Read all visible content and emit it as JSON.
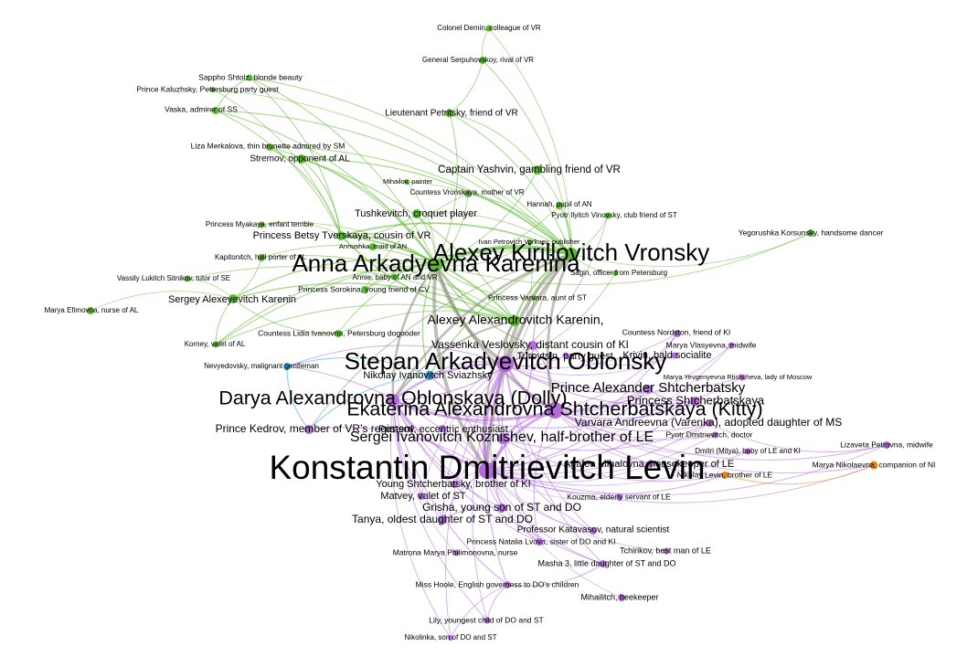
{
  "colors": {
    "green": "#5cb82e",
    "purple": "#b36bd9",
    "blue": "#2c9fd6",
    "orange": "#e8861a",
    "gray": "#8a8a7a"
  },
  "nodes": [
    {
      "id": "demin",
      "label": "Colonel Demin, colleague of VR",
      "group": "green"
    },
    {
      "id": "serpuhovskoy",
      "label": "General Serpuhovskoy, rival of VR",
      "group": "green"
    },
    {
      "id": "shtolz",
      "label": "Sappho Shtolz, blonde beauty",
      "group": "green"
    },
    {
      "id": "kaluzhsky",
      "label": "Prince Kaluzhsky, Petersburg party guest",
      "group": "green"
    },
    {
      "id": "vaska",
      "label": "Vaska, admirer of SS",
      "group": "green"
    },
    {
      "id": "petritsky",
      "label": "Lieutenant Petritsky, friend of VR",
      "group": "green"
    },
    {
      "id": "merkalova",
      "label": "Liza Merkalova, thin brunette admired by SM",
      "group": "green"
    },
    {
      "id": "stremov",
      "label": "Stremov, opponent of AL",
      "group": "green"
    },
    {
      "id": "yashvin",
      "label": "Captain Yashvin, gambling friend of VR",
      "group": "green"
    },
    {
      "id": "mihailov",
      "label": "Mihailov, painter",
      "group": "green"
    },
    {
      "id": "countessvr",
      "label": "Countess Vronskaya, mother of VR",
      "group": "green"
    },
    {
      "id": "hannah",
      "label": "Hannah, pupil of AN",
      "group": "green"
    },
    {
      "id": "vinovsky",
      "label": "Pyotr Ilyitch Vinovsky, club friend of ST",
      "group": "green"
    },
    {
      "id": "tushkevitch",
      "label": "Tushkevitch, croquet player",
      "group": "green"
    },
    {
      "id": "myakaya",
      "label": "Princess Myakaya, enfant terrible",
      "group": "green"
    },
    {
      "id": "korsunsky",
      "label": "Yegorushka Korsunsky, handsome dancer",
      "group": "green"
    },
    {
      "id": "betsy",
      "label": "Princess Betsy Tverskaya, cousin of VR",
      "group": "green"
    },
    {
      "id": "vorkuev",
      "label": "Ivan Petrovich Vorkuev, publisher",
      "group": "green"
    },
    {
      "id": "annushka",
      "label": "Annushka, maid of AN",
      "group": "green"
    },
    {
      "id": "vronsky",
      "label": "Alexey Kirillovitch Vronsky",
      "group": "green"
    },
    {
      "id": "kapitonitch",
      "label": "Kapitonitch, hall porter of AL",
      "group": "green"
    },
    {
      "id": "anna",
      "label": "Anna Arkadyevna Karenina",
      "group": "green"
    },
    {
      "id": "sitnikov",
      "label": "Vassily Lukitch Sitnikov, tutor of SE",
      "group": "green"
    },
    {
      "id": "annie",
      "label": "Annie, baby of AN and VR",
      "group": "green"
    },
    {
      "id": "sagin",
      "label": "Sagin, officer from Petersburg",
      "group": "green"
    },
    {
      "id": "seryozha",
      "label": "Sergey Alexeyevitch Karenin",
      "group": "green"
    },
    {
      "id": "sorokina",
      "label": "Princess Sorokina, young friend of CV",
      "group": "green"
    },
    {
      "id": "marya",
      "label": "Marya Efimovna, nurse of AL",
      "group": "green"
    },
    {
      "id": "varvara",
      "label": "Princess Varvara, aunt of ST",
      "group": "green"
    },
    {
      "id": "karenin",
      "label": "Alexey Alexandrovitch Karenin,",
      "group": "green"
    },
    {
      "id": "lidia",
      "label": "Countess Lidia Ivanovna, Petersburg dogooder",
      "group": "green"
    },
    {
      "id": "nordston",
      "label": "Countess Nordston, friend of KI",
      "group": "purple"
    },
    {
      "id": "korney",
      "label": "Korney, valet of AL",
      "group": "green"
    },
    {
      "id": "veslovsky",
      "label": "Vassenka Veslovsky, distant cousin of KI",
      "group": "purple"
    },
    {
      "id": "vlasyevna",
      "label": "Marya Vlasyevna, midwife",
      "group": "purple"
    },
    {
      "id": "turovtsin",
      "label": "Turovtsin, party guest",
      "group": "purple"
    },
    {
      "id": "krivin",
      "label": "Krivin, bald socialite",
      "group": "purple"
    },
    {
      "id": "nevyedovsky",
      "label": "Nevyedovsky, malignant gentleman",
      "group": "blue"
    },
    {
      "id": "oblonsky",
      "label": "Stepan Arkadyevitch Oblonsky",
      "group": "purple"
    },
    {
      "id": "sviazhsky",
      "label": "Nikolay Ivanovitch Sviazhsky",
      "group": "blue"
    },
    {
      "id": "rtishcheva",
      "label": "Marya Yevgenyevna Rtishcheva, lady of Moscow",
      "group": "purple"
    },
    {
      "id": "princealex",
      "label": "Prince Alexander Shtcherbatsky",
      "group": "purple"
    },
    {
      "id": "princesssh",
      "label": "Princess Shtcherbatskaya",
      "group": "purple"
    },
    {
      "id": "dolly",
      "label": "Darya Alexandrovna Oblonskaya (Dolly)",
      "group": "purple"
    },
    {
      "id": "kitty",
      "label": "Ekaterina Alexandrovna Shtcherbatskaya (Kitty)",
      "group": "purple"
    },
    {
      "id": "kedrov",
      "label": "Prince Kedrov, member of VR's regiment",
      "group": "purple"
    },
    {
      "id": "pestsov",
      "label": "Pestsov, eccentric enthusiast",
      "group": "purple"
    },
    {
      "id": "varenka",
      "label": "Varvara Andreevna (Varenka), adopted daughter of MS",
      "group": "purple"
    },
    {
      "id": "koznishev",
      "label": "Sergei Ivanovitch Koznishev, half-brother of LE",
      "group": "purple"
    },
    {
      "id": "lizaveta",
      "label": "Lizaveta Petrovna, midwife",
      "group": "purple"
    },
    {
      "id": "pyotrdm",
      "label": "Pyotr Dmitrievitch, doctor",
      "group": "purple"
    },
    {
      "id": "mitya",
      "label": "Dmitri (Mitya), baby of LE and KI",
      "group": "purple"
    },
    {
      "id": "levin",
      "label": "Konstantin Dmitrievitch Levin",
      "group": "purple"
    },
    {
      "id": "agafea",
      "label": "Agafea Mihalovna, housekeeper of LE",
      "group": "purple"
    },
    {
      "id": "nikolay",
      "label": "Nikolay Levin, brother of LE",
      "group": "orange"
    },
    {
      "id": "maryanik",
      "label": "Marya Nikolaevna, companion of NI",
      "group": "orange"
    },
    {
      "id": "youngsh",
      "label": "Young Shtcherbatsky, brother of KI",
      "group": "purple"
    },
    {
      "id": "matvey",
      "label": "Matvey, valet of ST",
      "group": "purple"
    },
    {
      "id": "kouzma",
      "label": "Kouzma, elderly servant of LE",
      "group": "purple"
    },
    {
      "id": "grisha",
      "label": "Grisha, young son of ST and DO",
      "group": "purple"
    },
    {
      "id": "tanya",
      "label": "Tanya, oldest daughter of ST and DO",
      "group": "purple"
    },
    {
      "id": "katavasov",
      "label": "Professor Katavasov, natural scientist",
      "group": "purple"
    },
    {
      "id": "natalia",
      "label": "Princess Natalia Lvova, sister of DO and KI",
      "group": "purple"
    },
    {
      "id": "tchirikov",
      "label": "Tchirikov, best man of LE",
      "group": "purple"
    },
    {
      "id": "matrona",
      "label": "Matrona Marya Philimonovna, nurse",
      "group": "purple"
    },
    {
      "id": "masha",
      "label": "Masha 3, little daughter of ST and DO",
      "group": "purple"
    },
    {
      "id": "hoole",
      "label": "Miss Hoole, English governess to DO's children",
      "group": "purple"
    },
    {
      "id": "mihailitch",
      "label": "Mihailitch, beekeeper",
      "group": "purple"
    },
    {
      "id": "lily",
      "label": "Lily, youngest child of DO and ST",
      "group": "purple"
    },
    {
      "id": "nikolinka",
      "label": "Nikolinka, son of DO and ST",
      "group": "purple"
    }
  ],
  "edges": [
    [
      "vronsky",
      "anna"
    ],
    [
      "vronsky",
      "demin"
    ],
    [
      "vronsky",
      "serpuhovskoy"
    ],
    [
      "vronsky",
      "petritsky"
    ],
    [
      "vronsky",
      "yashvin"
    ],
    [
      "vronsky",
      "countessvr"
    ],
    [
      "vronsky",
      "korsunsky"
    ],
    [
      "vronsky",
      "betsy"
    ],
    [
      "vronsky",
      "sagin"
    ],
    [
      "vronsky",
      "karenin"
    ],
    [
      "vronsky",
      "oblonsky"
    ],
    [
      "vronsky",
      "kitty"
    ],
    [
      "vronsky",
      "levin"
    ],
    [
      "vronsky",
      "stremov"
    ],
    [
      "vronsky",
      "kaluzhsky"
    ],
    [
      "vronsky",
      "merkalova"
    ],
    [
      "vronsky",
      "vaska"
    ],
    [
      "vronsky",
      "shtolz"
    ],
    [
      "vronsky",
      "mihailov"
    ],
    [
      "vronsky",
      "hannah"
    ],
    [
      "vronsky",
      "vinovsky"
    ],
    [
      "vronsky",
      "tushkevitch"
    ],
    [
      "vronsky",
      "annie"
    ],
    [
      "vronsky",
      "sorokina"
    ],
    [
      "vronsky",
      "varvara"
    ],
    [
      "vronsky",
      "kedrov"
    ],
    [
      "vronsky",
      "dolly"
    ],
    [
      "vronsky",
      "veslovsky"
    ],
    [
      "vronsky",
      "korney"
    ],
    [
      "vronsky",
      "sviazhsky"
    ],
    [
      "anna",
      "karenin"
    ],
    [
      "anna",
      "betsy"
    ],
    [
      "anna",
      "seryozha"
    ],
    [
      "anna",
      "annushka"
    ],
    [
      "anna",
      "annie"
    ],
    [
      "anna",
      "oblonsky"
    ],
    [
      "anna",
      "dolly"
    ],
    [
      "anna",
      "kitty"
    ],
    [
      "anna",
      "levin"
    ],
    [
      "anna",
      "myakaya"
    ],
    [
      "anna",
      "kapitonitch"
    ],
    [
      "anna",
      "lidia"
    ],
    [
      "anna",
      "yashvin"
    ],
    [
      "anna",
      "stremov"
    ],
    [
      "anna",
      "merkalova"
    ],
    [
      "anna",
      "tushkevitch"
    ],
    [
      "anna",
      "countessvr"
    ],
    [
      "anna",
      "hannah"
    ],
    [
      "anna",
      "vorkuev"
    ],
    [
      "anna",
      "varvara"
    ],
    [
      "anna",
      "sorokina"
    ],
    [
      "anna",
      "veslovsky"
    ],
    [
      "anna",
      "shtolz"
    ],
    [
      "anna",
      "vaska"
    ],
    [
      "anna",
      "korney"
    ],
    [
      "anna",
      "sviazhsky"
    ],
    [
      "anna",
      "mihailov"
    ],
    [
      "anna",
      "petritsky"
    ],
    [
      "anna",
      "korsunsky"
    ],
    [
      "karenin",
      "seryozha"
    ],
    [
      "karenin",
      "lidia"
    ],
    [
      "karenin",
      "kapitonitch"
    ],
    [
      "karenin",
      "korney"
    ],
    [
      "karenin",
      "sitnikov"
    ],
    [
      "karenin",
      "betsy"
    ],
    [
      "karenin",
      "oblonsky"
    ],
    [
      "karenin",
      "dolly"
    ],
    [
      "karenin",
      "stremov"
    ],
    [
      "karenin",
      "levin"
    ],
    [
      "seryozha",
      "sitnikov"
    ],
    [
      "seryozha",
      "marya"
    ],
    [
      "seryozha",
      "kapitonitch"
    ],
    [
      "seryozha",
      "lidia"
    ],
    [
      "seryozha",
      "korney"
    ],
    [
      "betsy",
      "myakaya"
    ],
    [
      "betsy",
      "merkalova"
    ],
    [
      "betsy",
      "stremov"
    ],
    [
      "betsy",
      "tushkevitch"
    ],
    [
      "betsy",
      "kaluzhsky"
    ],
    [
      "betsy",
      "shtolz"
    ],
    [
      "betsy",
      "vaska"
    ],
    [
      "betsy",
      "karenin"
    ],
    [
      "merkalova",
      "stremov"
    ],
    [
      "shtolz",
      "vaska"
    ],
    [
      "oblonsky",
      "dolly"
    ],
    [
      "oblonsky",
      "levin"
    ],
    [
      "oblonsky",
      "kitty"
    ],
    [
      "oblonsky",
      "grisha"
    ],
    [
      "oblonsky",
      "tanya"
    ],
    [
      "oblonsky",
      "matvey"
    ],
    [
      "oblonsky",
      "koznishev"
    ],
    [
      "oblonsky",
      "princealex"
    ],
    [
      "oblonsky",
      "princesssh"
    ],
    [
      "oblonsky",
      "veslovsky"
    ],
    [
      "oblonsky",
      "turovtsin"
    ],
    [
      "oblonsky",
      "krivin"
    ],
    [
      "oblonsky",
      "pestsov"
    ],
    [
      "oblonsky",
      "vinovsky"
    ],
    [
      "oblonsky",
      "varvara"
    ],
    [
      "oblonsky",
      "vorkuev"
    ],
    [
      "oblonsky",
      "sviazhsky"
    ],
    [
      "oblonsky",
      "nevyedovsky"
    ],
    [
      "oblonsky",
      "katavasov"
    ],
    [
      "oblonsky",
      "masha"
    ],
    [
      "oblonsky",
      "lily"
    ],
    [
      "oblonsky",
      "nikolinka"
    ],
    [
      "oblonsky",
      "hoole"
    ],
    [
      "oblonsky",
      "natalia"
    ],
    [
      "oblonsky",
      "sagin"
    ],
    [
      "oblonsky",
      "rtishcheva"
    ],
    [
      "oblonsky",
      "nordston"
    ],
    [
      "dolly",
      "levin"
    ],
    [
      "dolly",
      "kitty"
    ],
    [
      "dolly",
      "grisha"
    ],
    [
      "dolly",
      "tanya"
    ],
    [
      "dolly",
      "masha"
    ],
    [
      "dolly",
      "lily"
    ],
    [
      "dolly",
      "nikolinka"
    ],
    [
      "dolly",
      "hoole"
    ],
    [
      "dolly",
      "matrona"
    ],
    [
      "dolly",
      "natalia"
    ],
    [
      "dolly",
      "princesssh"
    ],
    [
      "dolly",
      "princealex"
    ],
    [
      "dolly",
      "veslovsky"
    ],
    [
      "dolly",
      "matvey"
    ],
    [
      "kitty",
      "levin"
    ],
    [
      "kitty",
      "princealex"
    ],
    [
      "kitty",
      "princesssh"
    ],
    [
      "kitty",
      "varenka"
    ],
    [
      "kitty",
      "nordston"
    ],
    [
      "kitty",
      "mitya"
    ],
    [
      "kitty",
      "lizaveta"
    ],
    [
      "kitty",
      "agafea"
    ],
    [
      "kitty",
      "koznishev"
    ],
    [
      "kitty",
      "youngsh"
    ],
    [
      "kitty",
      "natalia"
    ],
    [
      "kitty",
      "veslovsky"
    ],
    [
      "kitty",
      "vlasyevna"
    ],
    [
      "kitty",
      "pyotrdm"
    ],
    [
      "kitty",
      "rtishcheva"
    ],
    [
      "kitty",
      "nikolay"
    ],
    [
      "kitty",
      "maryanik"
    ],
    [
      "levin",
      "koznishev"
    ],
    [
      "levin",
      "nikolay"
    ],
    [
      "levin",
      "maryanik"
    ],
    [
      "levin",
      "agafea"
    ],
    [
      "levin",
      "mitya"
    ],
    [
      "levin",
      "kouzma"
    ],
    [
      "levin",
      "katavasov"
    ],
    [
      "levin",
      "tchirikov"
    ],
    [
      "levin",
      "mihailitch"
    ],
    [
      "levin",
      "sviazhsky"
    ],
    [
      "levin",
      "nevyedovsky"
    ],
    [
      "levin",
      "pestsov"
    ],
    [
      "levin",
      "veslovsky"
    ],
    [
      "levin",
      "princealex"
    ],
    [
      "levin",
      "princesssh"
    ],
    [
      "levin",
      "lizaveta"
    ],
    [
      "levin",
      "pyotrdm"
    ],
    [
      "levin",
      "youngsh"
    ],
    [
      "levin",
      "nordston"
    ],
    [
      "levin",
      "vlasyevna"
    ],
    [
      "levin",
      "varenka"
    ],
    [
      "levin",
      "tanya"
    ],
    [
      "levin",
      "grisha"
    ],
    [
      "levin",
      "kedrov"
    ],
    [
      "levin",
      "natalia"
    ],
    [
      "levin",
      "masha"
    ],
    [
      "nikolay",
      "maryanik"
    ],
    [
      "koznishev",
      "varenka"
    ],
    [
      "koznishev",
      "katavasov"
    ],
    [
      "koznishev",
      "nikolay"
    ],
    [
      "sviazhsky",
      "nevyedovsky"
    ],
    [
      "sviazhsky",
      "kedrov"
    ],
    [
      "nevyedovsky",
      "kedrov"
    ],
    [
      "princealex",
      "princesssh"
    ],
    [
      "varenka",
      "lizaveta"
    ],
    [
      "hoole",
      "lily"
    ],
    [
      "hoole",
      "nikolinka"
    ],
    [
      "hoole",
      "masha"
    ],
    [
      "grisha",
      "tanya"
    ],
    [
      "yashvin",
      "petritsky"
    ],
    [
      "demin",
      "serpuhovskoy"
    ],
    [
      "petritsky",
      "serpuhovskoy"
    ],
    [
      "countessvr",
      "sorokina"
    ],
    [
      "turovtsin",
      "krivin"
    ]
  ]
}
